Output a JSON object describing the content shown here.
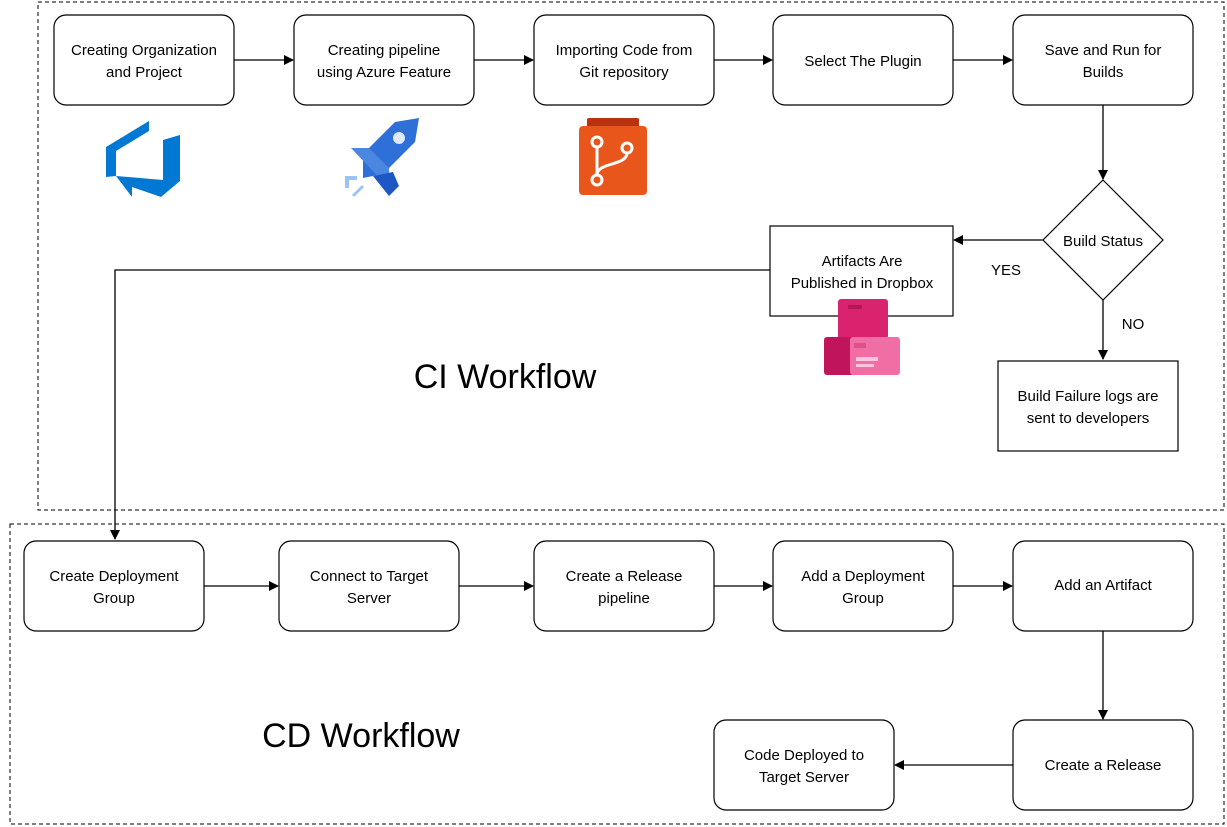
{
  "ci": {
    "title": "CI Workflow",
    "steps": [
      {
        "line1": "Creating Organization",
        "line2": "and Project"
      },
      {
        "line1": "Creating pipeline",
        "line2": "using Azure Feature"
      },
      {
        "line1": "Importing Code from",
        "line2": "Git repository"
      },
      {
        "line1": "Select The Plugin",
        "line2": ""
      },
      {
        "line1": "Save and Run for",
        "line2": "Builds"
      }
    ],
    "decision": "Build Status",
    "yes_label": "YES",
    "no_label": "NO",
    "artifacts": {
      "line1": "Artifacts Are",
      "line2": "Published in Dropbox"
    },
    "failure": {
      "line1": "Build Failure logs are",
      "line2": "sent to developers"
    }
  },
  "cd": {
    "title": "CD Workflow",
    "steps": [
      {
        "line1": "Create Deployment",
        "line2": "Group"
      },
      {
        "line1": "Connect to Target",
        "line2": "Server"
      },
      {
        "line1": "Create a Release",
        "line2": "pipeline"
      },
      {
        "line1": "Add a Deployment",
        "line2": "Group"
      },
      {
        "line1": "Add an Artifact",
        "line2": ""
      },
      {
        "line1": "Create a Release",
        "line2": ""
      },
      {
        "line1": "Code Deployed to",
        "line2": "Target Server"
      }
    ]
  },
  "icons": {
    "azure_devops": {
      "name": "azure-devops-icon",
      "color": "#0078D4"
    },
    "azure_pipelines": {
      "name": "azure-pipelines-icon",
      "color": "#2F6FD8"
    },
    "azure_repos": {
      "name": "azure-repos-icon",
      "color": "#E8561C"
    },
    "artifacts": {
      "name": "azure-artifacts-icon",
      "color": "#D9236E"
    }
  }
}
